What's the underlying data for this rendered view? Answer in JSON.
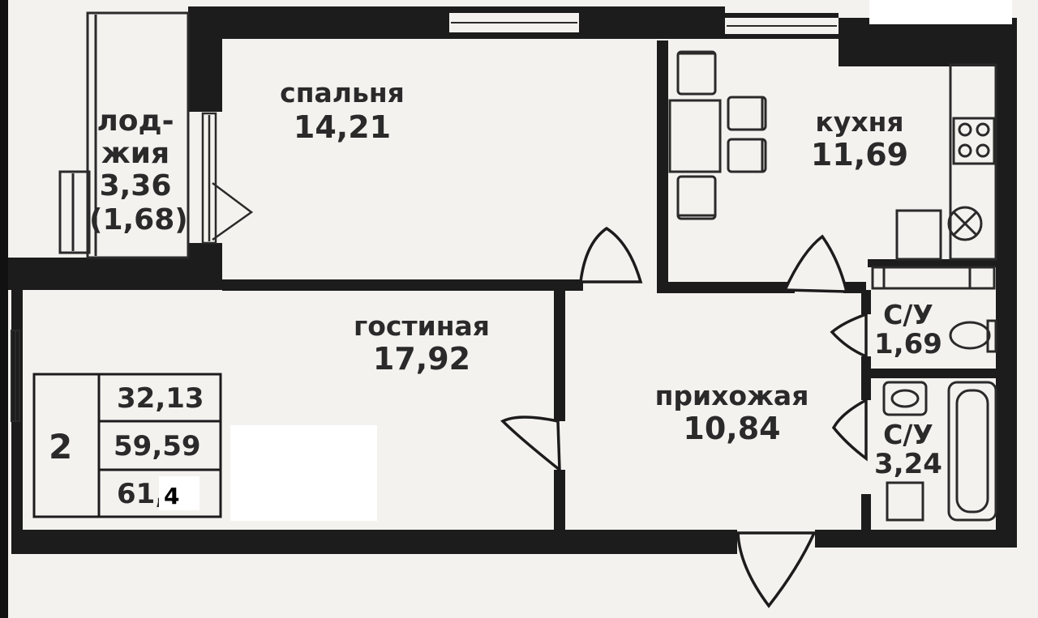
{
  "rooms": {
    "bedroom": {
      "name": "спальня",
      "area": "14,21"
    },
    "kitchen": {
      "name": "кухня",
      "area": "11,69"
    },
    "living": {
      "name": "гостиная",
      "area": "17,92"
    },
    "hallway": {
      "name": "прихожая",
      "area": "10,84"
    },
    "bathroom_small": {
      "name": "С/У",
      "area": "1,69"
    },
    "bathroom_large": {
      "name": "С/У",
      "area": "3,24"
    },
    "loggia": {
      "name_line1": "лод-",
      "name_line2": "жия",
      "area": "3,36",
      "area_reduced": "(1,68)"
    }
  },
  "summary": {
    "rooms_count": "2",
    "living_area": "32,13",
    "total_area": "59,59",
    "total_with_loggia_prefix": "61,",
    "total_with_loggia_suffix": "4"
  },
  "colors": {
    "paper": "#f4f2ef",
    "wall": "#1c1c1c",
    "line": "#2a2a2a",
    "mask": "#ffffff"
  }
}
